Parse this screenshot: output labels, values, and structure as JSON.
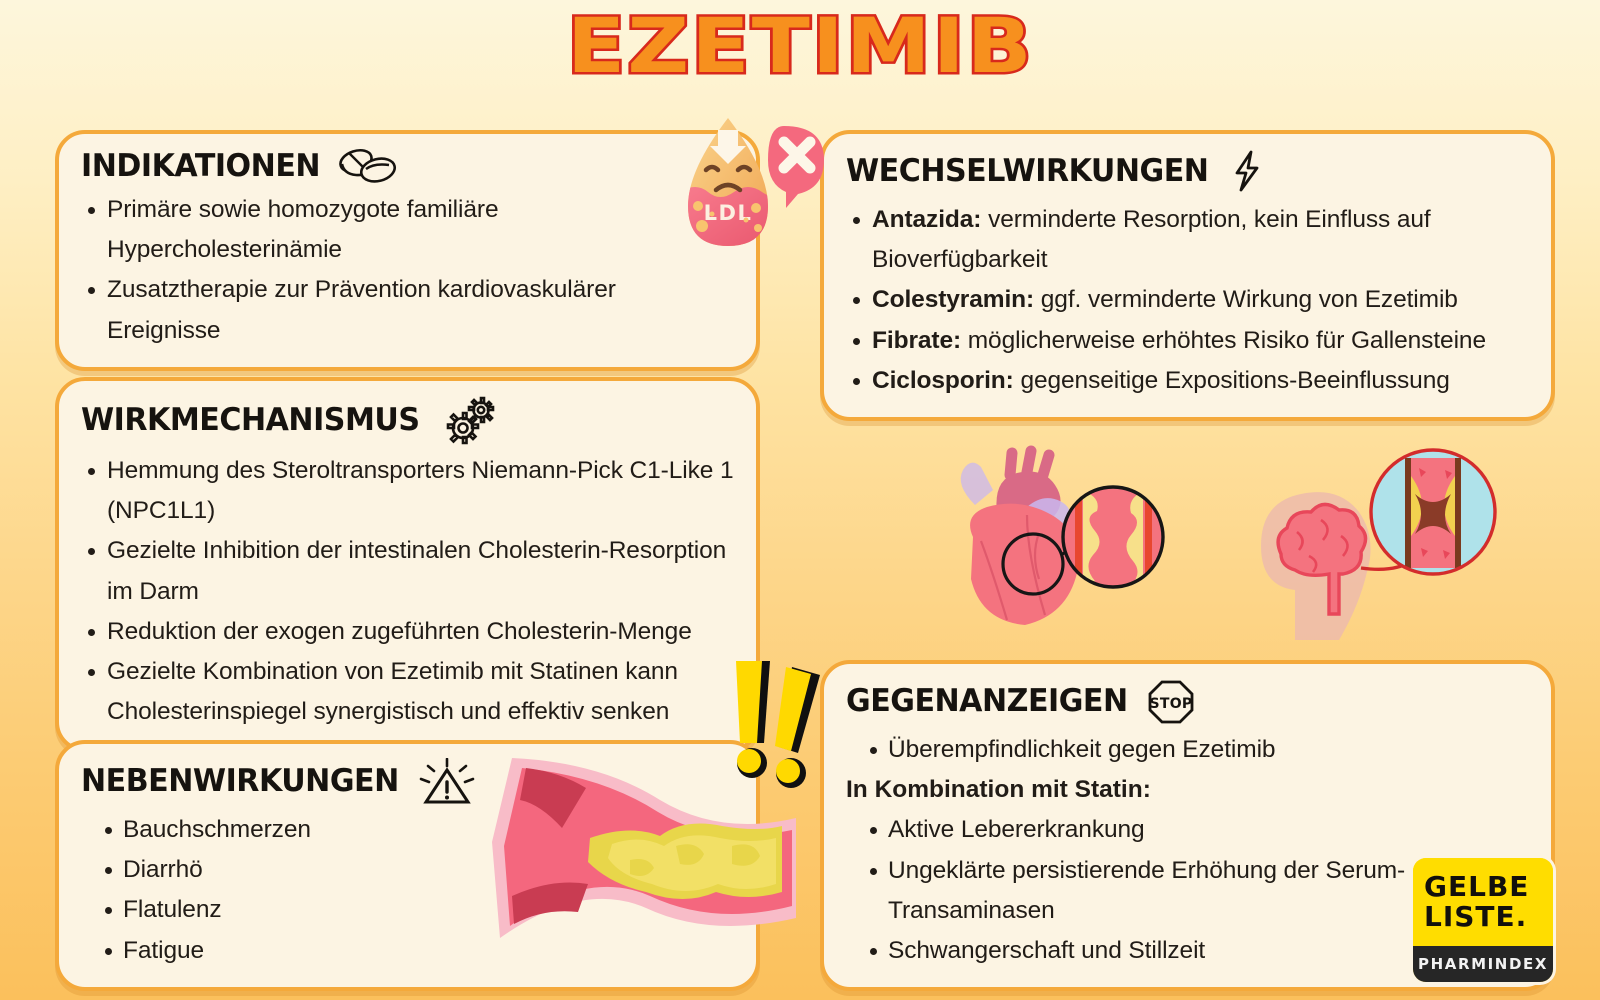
{
  "title": "EZETIMIB",
  "colors": {
    "title_fill": "#F7901E",
    "title_stroke": "#D8291C",
    "card_bg": "#FCF4E3",
    "card_border": "#F4A93B",
    "bg_top": "#FDF6DC",
    "bg_bottom": "#FBC05C",
    "logo_yellow": "#FFDD00",
    "logo_dark": "#262626"
  },
  "cards": {
    "indikationen": {
      "heading": "INDIKATIONEN",
      "icon": "pills-icon",
      "items": [
        "Primäre sowie homozygote familiäre Hypercholesterinämie",
        "Zusatztherapie zur Prävention kardiovaskulärer Ereignisse"
      ]
    },
    "wirkmechanismus": {
      "heading": "WIRKMECHANISMUS",
      "icon": "gears-icon",
      "items": [
        "Hemmung des Steroltransporters Niemann-Pick C1-Like 1 (NPC1L1)",
        "Gezielte Inhibition der intestinalen Cholesterin-Resorption im Darm",
        "Reduktion der exogen zugeführten Cholesterin-Menge",
        "Gezielte Kombination von Ezetimib mit Statinen kann Cholesterinspiegel synergistisch und effektiv senken"
      ]
    },
    "nebenwirkungen": {
      "heading": "NEBENWIRKUNGEN",
      "icon": "warning-triangle-icon",
      "items": [
        "Bauchschmerzen",
        "Diarrhö",
        "Flatulenz",
        "Fatigue"
      ]
    },
    "wechselwirkungen": {
      "heading": "WECHSELWIRKUNGEN",
      "icon": "lightning-bolt-icon",
      "items": [
        {
          "term": "Antazida:",
          "text": " verminderte Resorption, kein Einfluss auf Bioverfügbarkeit"
        },
        {
          "term": "Colestyramin:",
          "text": " ggf. verminderte Wirkung von Ezetimib"
        },
        {
          "term": "Fibrate:",
          "text": " möglicherweise erhöhtes Risiko für Gallensteine"
        },
        {
          "term": "Ciclosporin:",
          "text": " gegenseitige Expositions-Beeinflussung"
        }
      ]
    },
    "gegenanzeigen": {
      "heading": "GEGENANZEIGEN",
      "icon": "stop-sign-icon",
      "items_primary": [
        "Überempfindlichkeit gegen Ezetimib"
      ],
      "subheading": "In Kombination mit Statin:",
      "items_secondary": [
        "Aktive Lebererkrankung",
        "Ungeklärte persistierende Erhöhung der Serum-Transaminasen",
        "Schwangerschaft und Stillzeit"
      ]
    }
  },
  "illustrations": {
    "ldl_droplet": {
      "label": "LDL",
      "name": "sad-ldl-droplet-with-down-arrow"
    },
    "x_bubble": {
      "name": "pink-x-speech-bubble"
    },
    "heart": {
      "name": "heart-with-plaque-magnifier"
    },
    "brain": {
      "name": "head-brain-with-blocked-vessel-magnifier"
    },
    "exclamations": {
      "name": "double-exclamation-marks"
    },
    "vessel": {
      "name": "artery-with-cholesterol-plaque"
    }
  },
  "logo": {
    "line1": "GELBE",
    "line2": "LISTE.",
    "subtitle": "PHARMINDEX"
  }
}
